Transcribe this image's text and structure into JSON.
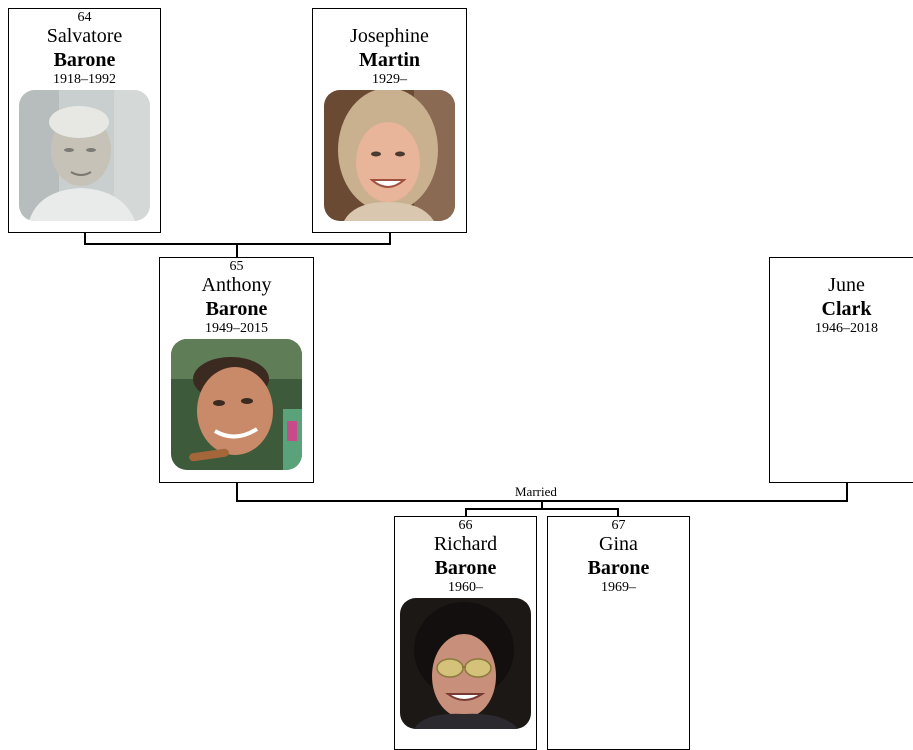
{
  "people": {
    "salvatore": {
      "number": "64",
      "given": "Salvatore",
      "surname": "Barone",
      "dates": "1918–1992"
    },
    "josephine": {
      "number": "",
      "given": "Josephine",
      "surname": "Martin",
      "dates": "1929–"
    },
    "anthony": {
      "number": "65",
      "given": "Anthony",
      "surname": "Barone",
      "dates": "1949–2015"
    },
    "june": {
      "number": "",
      "given": "June",
      "surname": "Clark",
      "dates": "1946–2018"
    },
    "richard": {
      "number": "66",
      "given": "Richard",
      "surname": "Barone",
      "dates": "1960–"
    },
    "gina": {
      "number": "67",
      "given": "Gina",
      "surname": "Barone",
      "dates": "1969–"
    }
  },
  "union_label": "Married",
  "colors": {
    "line": "#000000",
    "border": "#000000",
    "background": "#ffffff"
  },
  "icons": {
    "portrait": "person-photo"
  }
}
